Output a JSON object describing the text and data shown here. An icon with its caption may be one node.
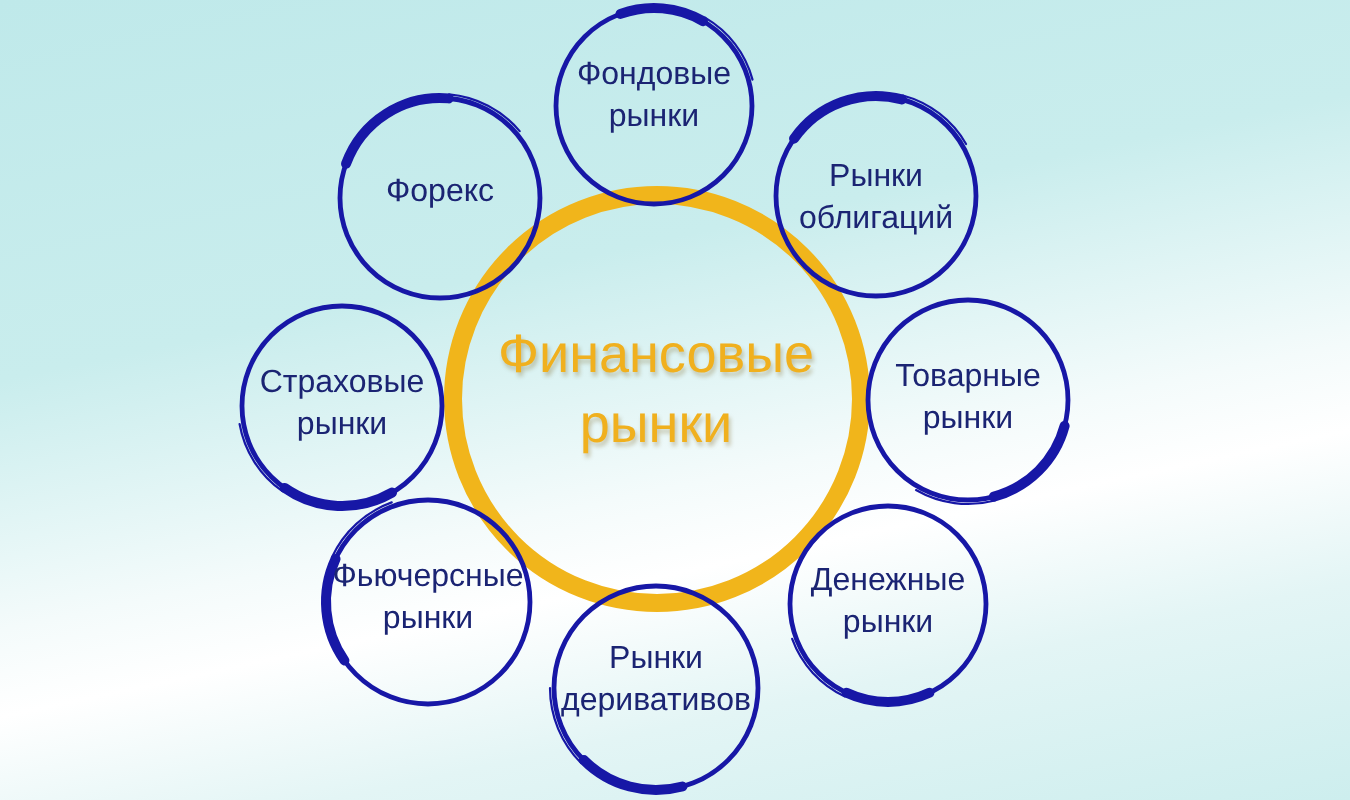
{
  "diagram": {
    "nodes": [
      {
        "text": [
          "Финансовые рынки"
        ]
      },
      {
        "text": [
          "Фондовые рынки"
        ]
      },
      {
        "text": [
          "Рынки облигаций"
        ]
      },
      {
        "text": [
          "Товарные рынки"
        ]
      },
      {
        "text": [
          "Денежные рынки"
        ]
      },
      {
        "text": [
          "Рынки деривативов"
        ]
      },
      {
        "text": [
          "Фьючерсные рынки"
        ]
      },
      {
        "text": [
          "Страховые рынки"
        ]
      },
      {
        "text": [
          "Форекс"
        ]
      }
    ]
  }
}
